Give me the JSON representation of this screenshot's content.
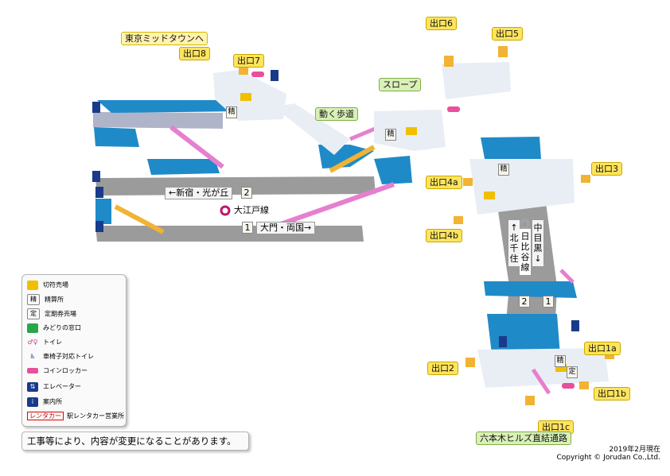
{
  "exits": {
    "e6": "出口6",
    "e5": "出口5",
    "e8": "出口8",
    "e7": "出口7",
    "e3": "出口3",
    "e4a": "出口4a",
    "e4b": "出口4b",
    "e1a": "出口1a",
    "e2": "出口2",
    "e1b": "出口1b",
    "e1c": "出口1c"
  },
  "destinations": {
    "midtown": "東京ミッドタウンへ",
    "slope": "スロープ",
    "walkway": "動く歩道",
    "hills": "六本木ヒルズ直結通路"
  },
  "lines": {
    "oedo": "大江戸線",
    "oedo_dir2": "←新宿・光が丘",
    "oedo_dir1": "大門・両国→",
    "hibiya": "日比谷線",
    "hibiya_dir_n": "↑北千住",
    "hibiya_dir_s": "中目黒↓",
    "plat_2": "2",
    "plat_1": "1",
    "hplat_2": "2",
    "hplat_1": "1"
  },
  "facility_marks": {
    "fare": "精",
    "teiki": "定"
  },
  "legend": {
    "ticket": "切符売場",
    "fare": "精算所",
    "teiki": "定期券売場",
    "midori": "みどりの窓口",
    "toilet": "トイレ",
    "wc": "車椅子対応トイレ",
    "locker": "コインロッカー",
    "elevator": "エレベーター",
    "info": "案内所",
    "rental_badge": "レンタカー",
    "rental": "駅レンタカー営業所"
  },
  "notice": "工事等により、内容が変更になることがあります。",
  "date": "2019年2月現在",
  "copyright": "Copyright © Jorudan Co.,Ltd.",
  "colors": {
    "platform_blue": "#1f8ac8",
    "track_gray": "#9b9b9b",
    "concourse": "#e9eef5",
    "stairs": "#f2b233",
    "escalator": "#e77fd0",
    "exit_yellow": "#ffe45c"
  }
}
